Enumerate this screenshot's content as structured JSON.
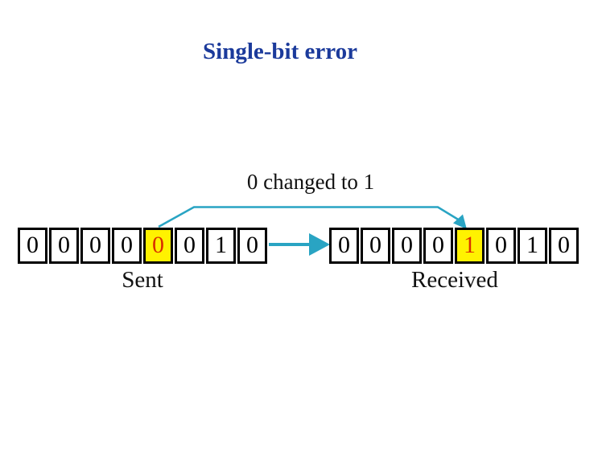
{
  "title": "Single-bit error",
  "annotation": "0 changed to 1",
  "colors": {
    "title": "#1b3a9b",
    "arrow": "#29a4c3",
    "highlight_bg": "#fff200",
    "highlight_text": "#d93000",
    "bit_text": "#000000",
    "border": "#000000",
    "background": "#ffffff"
  },
  "sent": {
    "label": "Sent",
    "bits": [
      "0",
      "0",
      "0",
      "0",
      "0",
      "0",
      "1",
      "0"
    ],
    "highlight_index": 4
  },
  "received": {
    "label": "Received",
    "bits": [
      "0",
      "0",
      "0",
      "0",
      "1",
      "0",
      "1",
      "0"
    ],
    "highlight_index": 4
  },
  "icons": {
    "transfer_arrow": "right-arrow-icon",
    "error_path_arrow": "curved-arrow-icon"
  }
}
